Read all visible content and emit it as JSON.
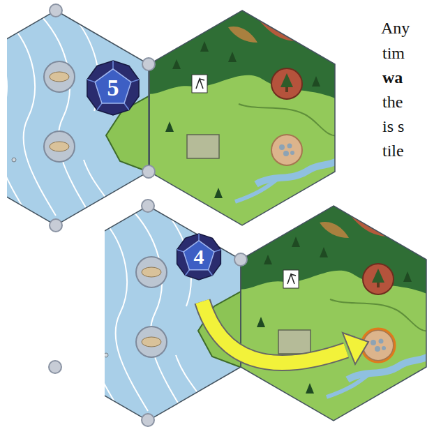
{
  "diagram": {
    "nodes": [
      {
        "text": [
          "5"
        ]
      },
      {
        "text": [
          "4"
        ]
      }
    ],
    "labels": [
      "Any",
      "tim",
      "wa",
      "the",
      "is s",
      "tile"
    ]
  }
}
